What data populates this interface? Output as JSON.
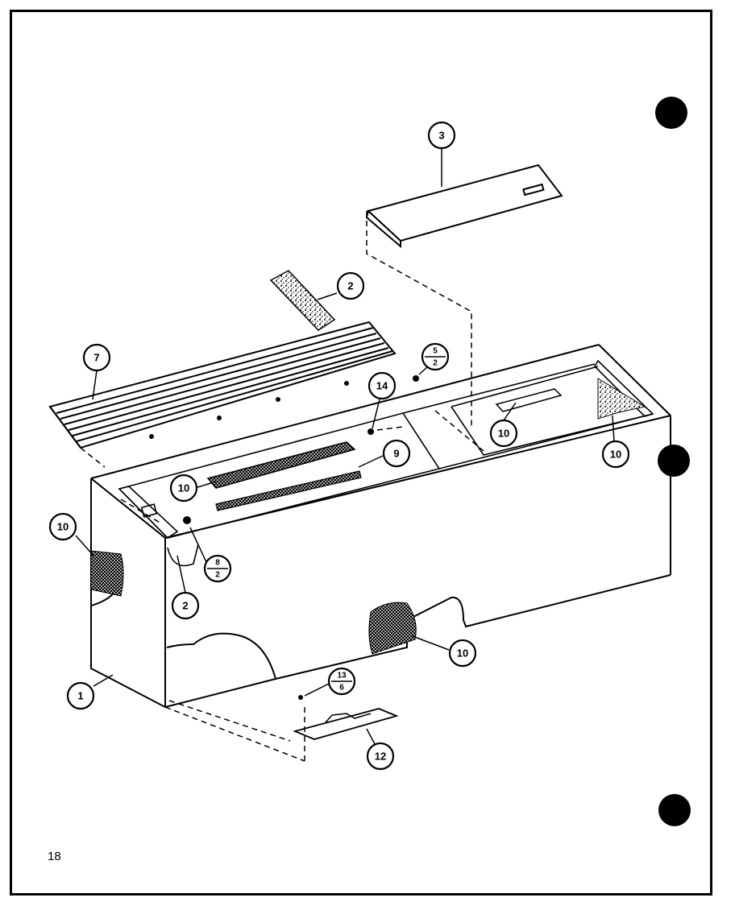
{
  "page_number": "18",
  "callouts": {
    "c1": "1",
    "c2a": "2",
    "c2b": "2",
    "c3": "3",
    "c7": "7",
    "c9": "9",
    "c10a": "10",
    "c10b": "10",
    "c10c": "10",
    "c10d": "10",
    "c10e": "10",
    "c12": "12",
    "c14": "14"
  },
  "fraction_callouts": {
    "f5_2": {
      "top": "5",
      "bottom": "2"
    },
    "f8_2": {
      "top": "8",
      "bottom": "2"
    },
    "f13_6": {
      "top": "13",
      "bottom": "6"
    }
  }
}
